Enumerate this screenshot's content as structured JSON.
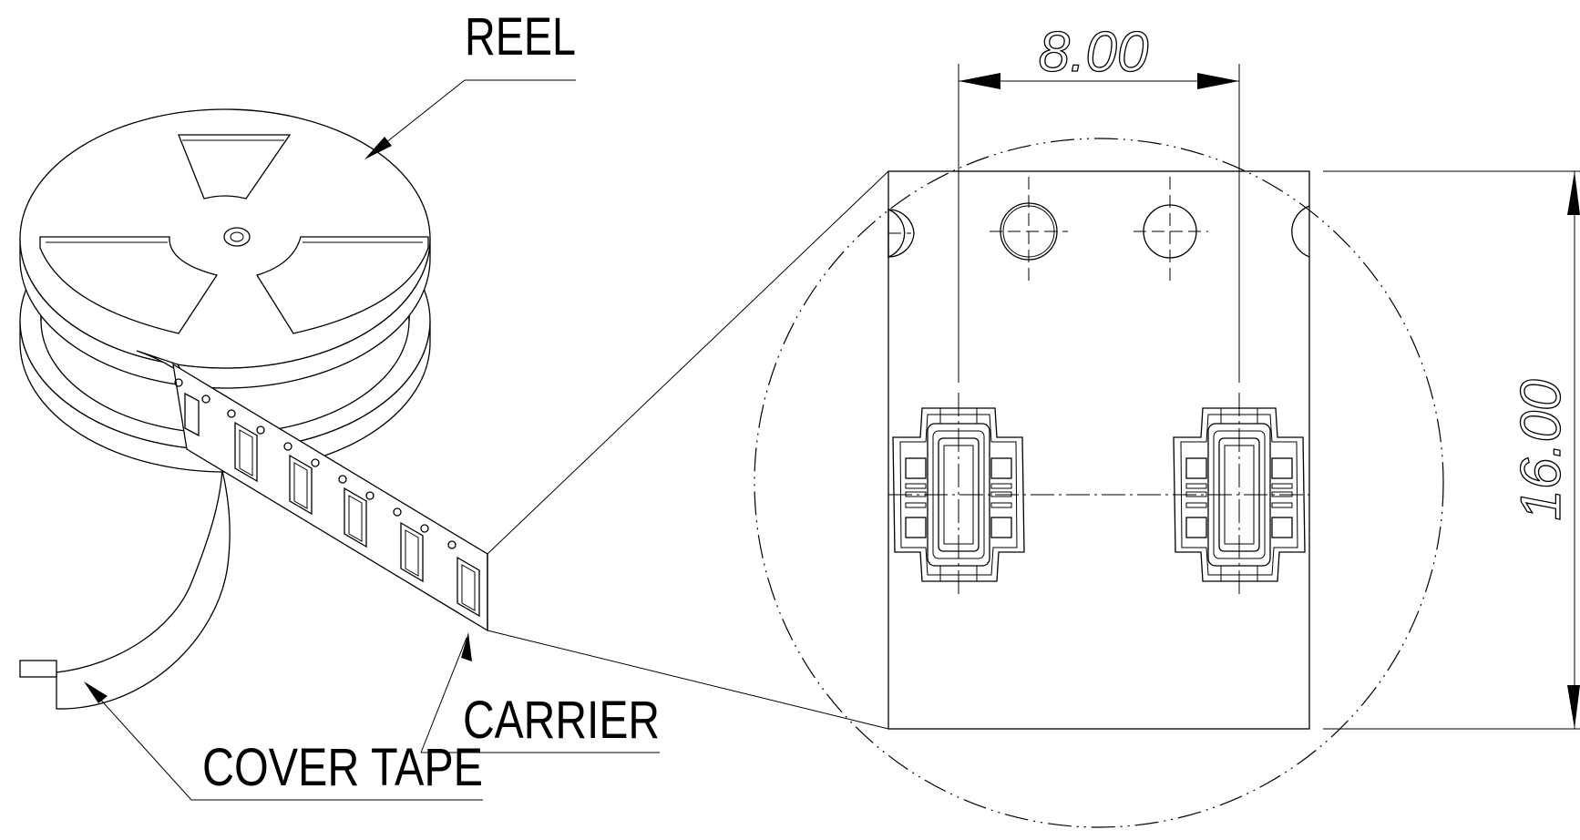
{
  "labels": {
    "reel": "REEL",
    "carrier": "CARRIER",
    "cover_tape": "COVER TAPE"
  },
  "dimensions": {
    "pitch": "8.00",
    "width": "16.00"
  }
}
